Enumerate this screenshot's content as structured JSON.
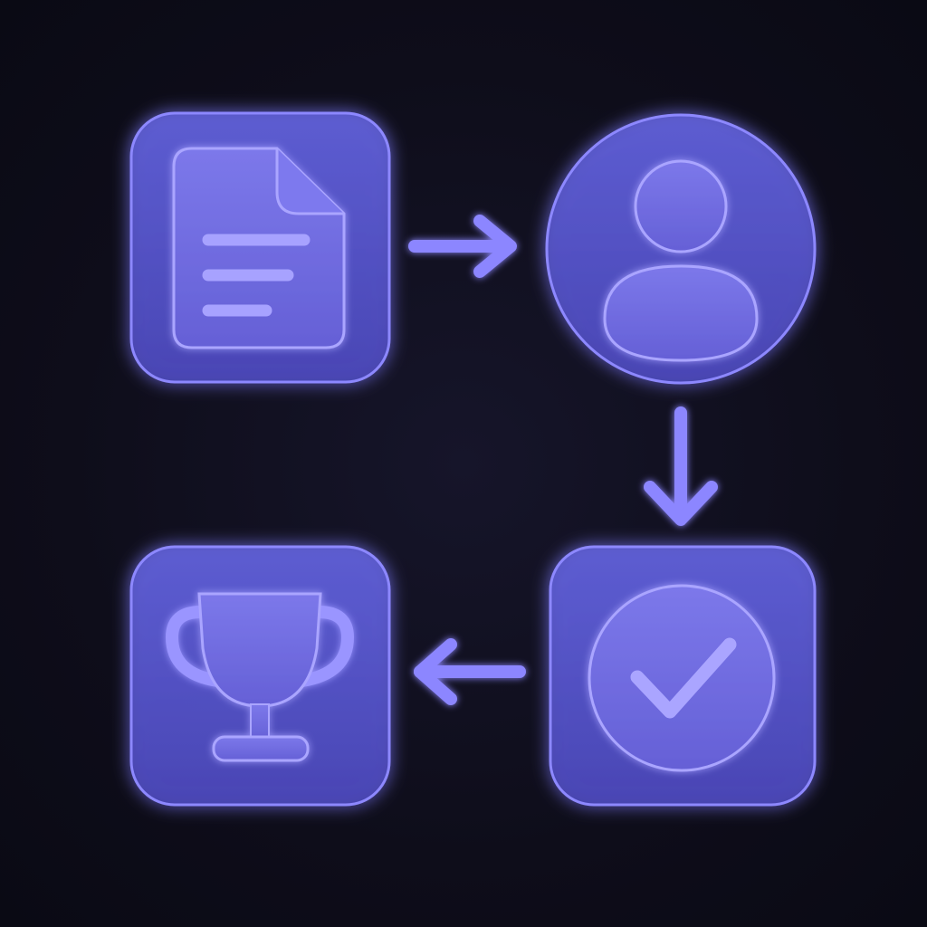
{
  "diagram": {
    "steps": [
      {
        "id": "document",
        "icon": "document-icon"
      },
      {
        "id": "user",
        "icon": "user-icon"
      },
      {
        "id": "approval",
        "icon": "check-circle-icon"
      },
      {
        "id": "trophy",
        "icon": "trophy-icon"
      }
    ],
    "connections": [
      {
        "from": "document",
        "to": "user",
        "direction": "right"
      },
      {
        "from": "user",
        "to": "approval",
        "direction": "down"
      },
      {
        "from": "approval",
        "to": "trophy",
        "direction": "left"
      }
    ]
  },
  "colors": {
    "background": "#0e0d1a",
    "tile_fill": "#5454c8",
    "tile_stroke": "#8a86ff",
    "glow": "#6b63ff",
    "icon_fill": "#6f6ae0",
    "icon_stroke": "#a9a4ff",
    "arrow": "#8c86ff"
  }
}
